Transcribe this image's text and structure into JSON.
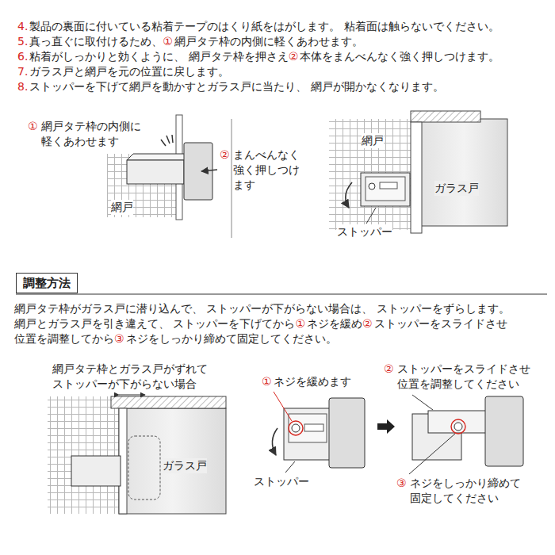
{
  "diagram": {
    "nodes": [
      {
        "text": [
          "調整方法"
        ]
      }
    ],
    "labels": [
      "4.",
      "製品の裏面に付いている粘着テープのはくり紙をはがします。 粘着面は触らないでください。",
      "5.",
      "真っ直ぐに取付けるため、",
      "①",
      "網戸タテ枠の内側に軽くあわせます。",
      "6.",
      "粘着がしっかりと効くように、 網戸タテ枠を押さえ",
      "②",
      "本体をまんべんなく強く押しつけます。",
      "7.",
      "ガラス戸と網戸を元の位置に戻します。",
      "8.",
      "ストッパーを下げて網戸を動かすとガラス戸に当たり、 網戸が開かなくなります。",
      "①",
      "網戸タテ枠の内側に 軽くあわせます",
      "②",
      "まんべんなく 強く押しつけ ます",
      "網戸",
      "網戸",
      "ガラス戸",
      "ストッパー",
      "網戸タテ枠がガラス戸に潜り込んで、 ストッパーが下がらない場合は、 ストッパーをずらします。",
      "網戸とガラス戸を引き違えて、 ストッパーを下げてから",
      "①",
      "ネジを緩め",
      "②",
      "ストッパーをスライドさせ",
      "位置を調整してから",
      "③",
      "ネジをしっかり締めて固定してください。",
      "網戸タテ枠とガラス戸がずれて ストッパーが下がらない場合",
      "ガラス戸",
      "①",
      "ネジを緩めます",
      "ストッパー",
      "②",
      "ストッパーをスライドさせ 位置を調整してください",
      "③",
      "ネジをしっかり締めて 固定してください"
    ]
  }
}
